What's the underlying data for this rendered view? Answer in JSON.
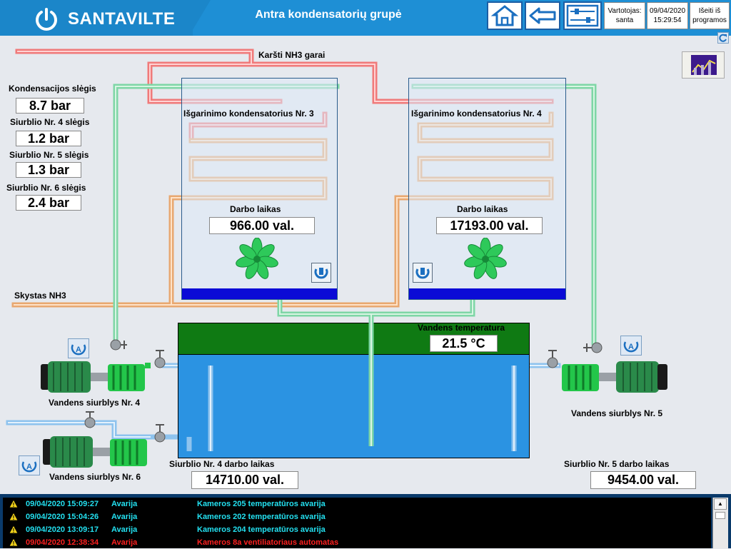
{
  "header": {
    "brand": "SANTAVILTE",
    "title": "Antra kondensatorių grupė",
    "user_label": "Vartotojas:",
    "user_name": "santa",
    "date": "09/04/2020",
    "time": "15:29:54",
    "exit_line1": "Išeiti iš",
    "exit_line2": "programos"
  },
  "pipes": {
    "hot_gas": "Karšti NH3 garai",
    "liquid": "Skystas NH3"
  },
  "pressures": {
    "condensation_label": "Kondensacijos slėgis",
    "condensation_value": "8.7 bar",
    "pump4_label": "Siurblio Nr. 4 slėgis",
    "pump4_value": "1.2 bar",
    "pump5_label": "Siurblio Nr. 5 slėgis",
    "pump5_value": "1.3 bar",
    "pump6_label": "Siurblio Nr. 6 slėgis",
    "pump6_value": "2.4 bar"
  },
  "condensers": [
    {
      "title": "Išgarinimo kondensatorius Nr. 3",
      "work_label": "Darbo laikas",
      "work_value": "966.00 val."
    },
    {
      "title": "Išgarinimo kondensatorius Nr. 4",
      "work_label": "Darbo laikas",
      "work_value": "17193.00 val."
    }
  ],
  "tank": {
    "temp_label": "Vandens temperatura",
    "temp_value": "21.5 °C"
  },
  "pumps": {
    "p4_name": "Vandens siurblys Nr. 4",
    "p5_name": "Vandens siurblys Nr. 5",
    "p6_name": "Vandens siurblys Nr. 6",
    "p4_work_label": "Siurblio Nr. 4 darbo laikas",
    "p4_work_value": "14710.00 val.",
    "p5_work_label": "Siurblio Nr. 5 darbo laikas",
    "p5_work_value": "9454.00 val."
  },
  "alarms": [
    {
      "time": "09/04/2020 15:09:27",
      "type": "Avarija",
      "message": "Kameros 205 temperatūros avarija",
      "color": "#23e0f0"
    },
    {
      "time": "09/04/2020 15:04:26",
      "type": "Avarija",
      "message": "Kameros 202 temperatūros avarija",
      "color": "#23e0f0"
    },
    {
      "time": "09/04/2020 13:09:17",
      "type": "Avarija",
      "message": "Kameros 204 temperatūros avarija",
      "color": "#23e0f0"
    },
    {
      "time": "09/04/2020 12:38:34",
      "type": "Avarija",
      "message": "Kameros 8a ventiliatoriaus automatas",
      "color": "#ff2020"
    }
  ],
  "colors": {
    "header_bg": "#1e8fd5",
    "hot_pipe": "#f07a7a",
    "cool_pipe": "#7fd6a6",
    "orange_pipe": "#e8a870",
    "blue_pipe": "#8ec3ee",
    "tank_water": "#2b93e2",
    "tank_top": "#0f7a13"
  },
  "icons": {
    "home": "home-icon",
    "back": "back-arrow-icon",
    "settings": "sliders-icon",
    "refresh": "refresh-icon",
    "chart": "chart-icon",
    "fan": "fan-icon",
    "auto": "auto-mode-icon",
    "manual": "manual-mode-icon",
    "warning": "warning-icon"
  }
}
